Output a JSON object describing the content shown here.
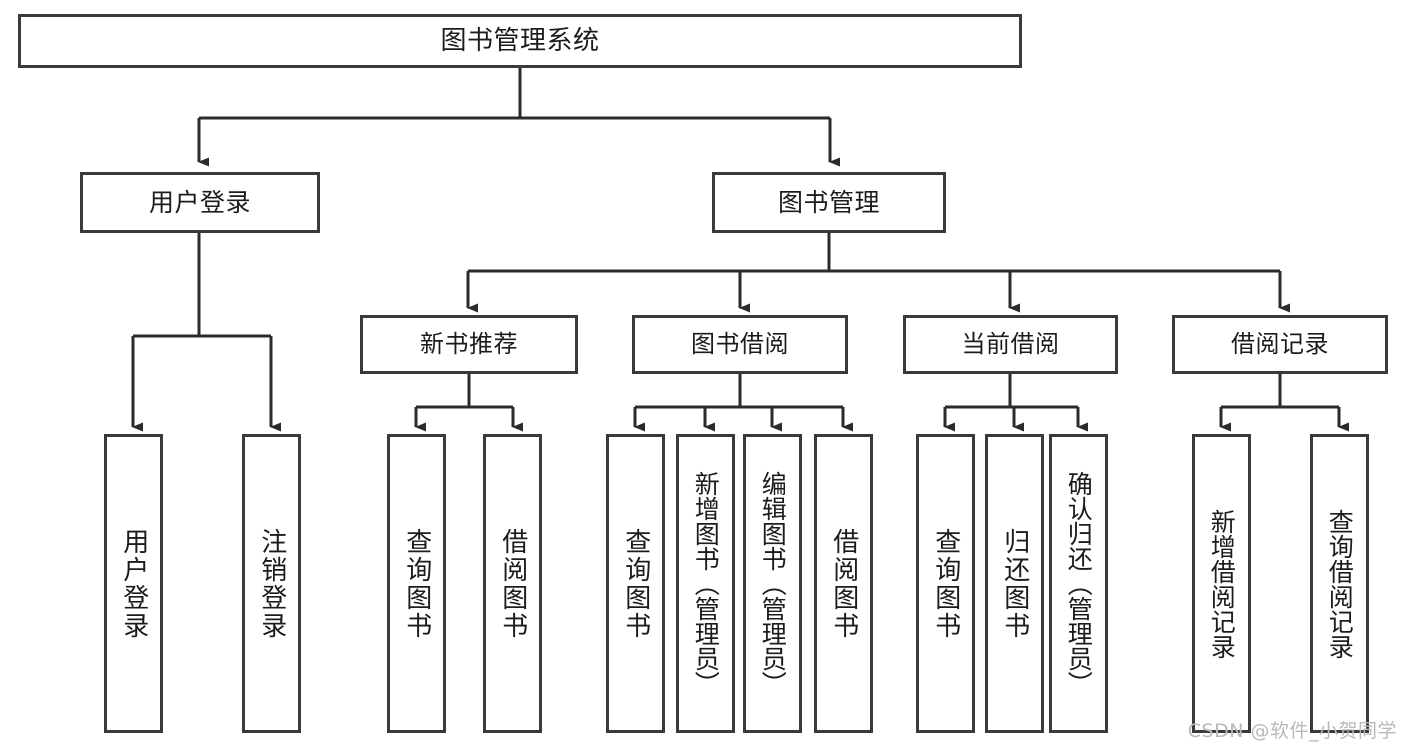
{
  "diagram": {
    "title": "图书管理系统",
    "type": "tree-hierarchy-chart",
    "watermark": "CSDN @软件_小贺同学",
    "colors": {
      "box_border": "#3a3a3a",
      "box_fill": "#ffffff",
      "connector": "#2b2b2b",
      "text": "#1c1c1c",
      "watermark": "#b9b9b9"
    },
    "root": {
      "label": "图书管理系统"
    },
    "level1": [
      {
        "label": "用户登录"
      },
      {
        "label": "图书管理"
      }
    ],
    "level2": [
      {
        "label": "新书推荐"
      },
      {
        "label": "图书借阅"
      },
      {
        "label": "当前借阅"
      },
      {
        "label": "借阅记录"
      }
    ],
    "leaves": {
      "user_login": [
        {
          "label": "用户登录"
        },
        {
          "label": "注销登录"
        }
      ],
      "new_book_recommend": [
        {
          "label": "查询图书"
        },
        {
          "label": "借阅图书"
        }
      ],
      "book_borrow": [
        {
          "label": "查询图书"
        },
        {
          "label": "新增图书（管理员）"
        },
        {
          "label": "编辑图书（管理员）"
        },
        {
          "label": "借阅图书"
        }
      ],
      "current_borrow": [
        {
          "label": "查询图书"
        },
        {
          "label": "归还图书"
        },
        {
          "label": "确认归还（管理员）"
        }
      ],
      "borrow_record": [
        {
          "label": "新增借阅记录"
        },
        {
          "label": "查询借阅记录"
        }
      ]
    }
  }
}
